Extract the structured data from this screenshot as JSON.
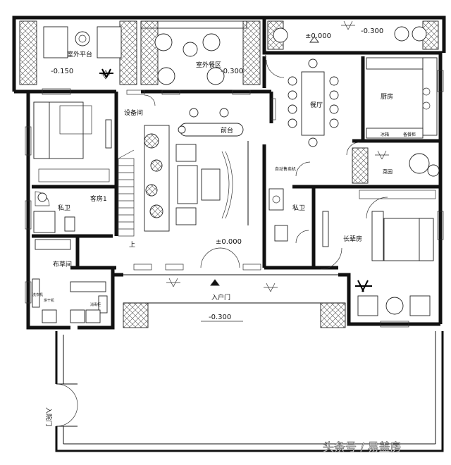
{
  "rooms": {
    "outdoor_terrace": "室外平台",
    "outdoor_dining": "室外餐区",
    "equipment": "设备间",
    "front_desk": "前台",
    "dining": "餐厅",
    "kitchen": "厨房",
    "fridge": "冰箱",
    "cabinet": "备餐柜",
    "garden": "菜园",
    "guest1": "客房1",
    "bath1": "私卫",
    "linen": "布草间",
    "vending": "自动售卖机",
    "bath2": "私卫",
    "owner_room": "长辈房",
    "entrance": "入户门",
    "yard_gate": "入院门",
    "laundry1": "洗衣机",
    "laundry2": "烘干机",
    "laundry3": "消毒柜",
    "stair_up": "上"
  },
  "levels": {
    "top_right_a": "±0.000",
    "top_right_b": "-0.300",
    "terrace": "-0.150",
    "dining_out": "-0.300",
    "hall": "±0.000",
    "yard": "-0.300"
  },
  "watermark": "头条号 / 易盖房"
}
